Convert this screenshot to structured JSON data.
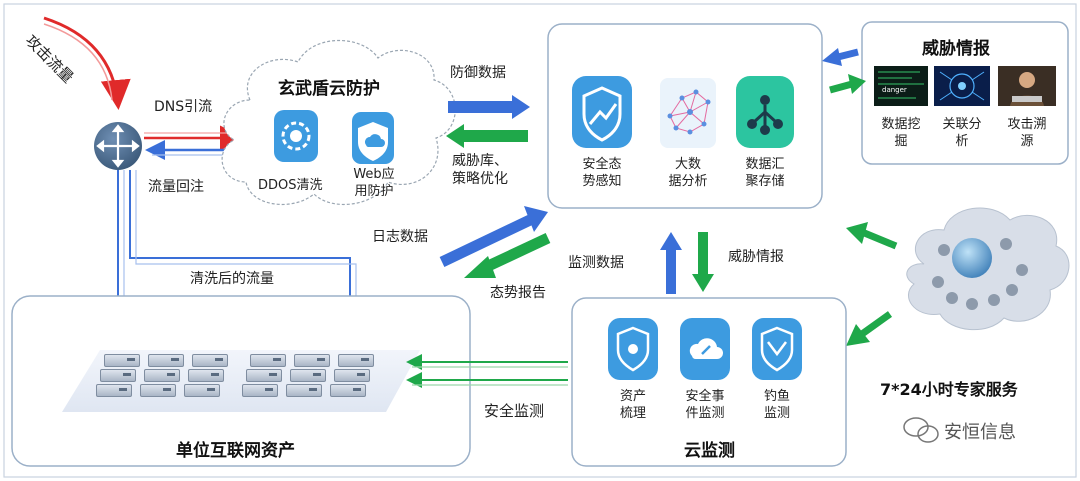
{
  "attack": {
    "label": "攻击流量"
  },
  "dns": {
    "label": "DNS引流"
  },
  "flow_back": {
    "label": "流量回注"
  },
  "clean_flow": {
    "label": "清洗后的流量"
  },
  "cloud_protect": {
    "title": "玄武盾云防护",
    "ddos": "DDOS清洗",
    "waf_line1": "Web应",
    "waf_line2": "用防护"
  },
  "defense_data": {
    "label": "防御数据"
  },
  "threat_lib": {
    "line1": "威胁库、",
    "line2": "策略优化"
  },
  "log_data": {
    "label": "日志数据"
  },
  "monitor_data": {
    "label": "监测数据"
  },
  "situation_report": {
    "label": "态势报告"
  },
  "threat_intel_arrow": {
    "label": "威胁情报"
  },
  "security_monitor": {
    "label": "安全监测"
  },
  "platform": {
    "item1_line1": "安全态",
    "item1_line2": "势感知",
    "item2_line1": "大数",
    "item2_line2": "据分析",
    "item3_line1": "数据汇",
    "item3_line2": "聚存储"
  },
  "intel": {
    "title": "威胁情报",
    "item1_line1": "数据挖",
    "item1_line2": "掘",
    "item1_caption": "danger",
    "item2_line1": "关联分",
    "item2_line2": "析",
    "item3_line1": "攻击溯",
    "item3_line2": "源"
  },
  "cloud_monitor": {
    "title": "云监测",
    "item1_line1": "资产",
    "item1_line2": "梳理",
    "item2_line1": "安全事",
    "item2_line2": "件监测",
    "item3_line1": "钓鱼",
    "item3_line2": "监测"
  },
  "assets": {
    "title": "单位互联网资产"
  },
  "expert": {
    "title": "7*24小时专家服务"
  },
  "brand": {
    "name": "安恒信息"
  },
  "colors": {
    "red": "#e02a2a",
    "blue": "#3a6fd8",
    "green": "#1fa84a",
    "icon_blue": "#3d9be0",
    "teal": "#2cc5a0",
    "border": "#9bb0c8"
  }
}
